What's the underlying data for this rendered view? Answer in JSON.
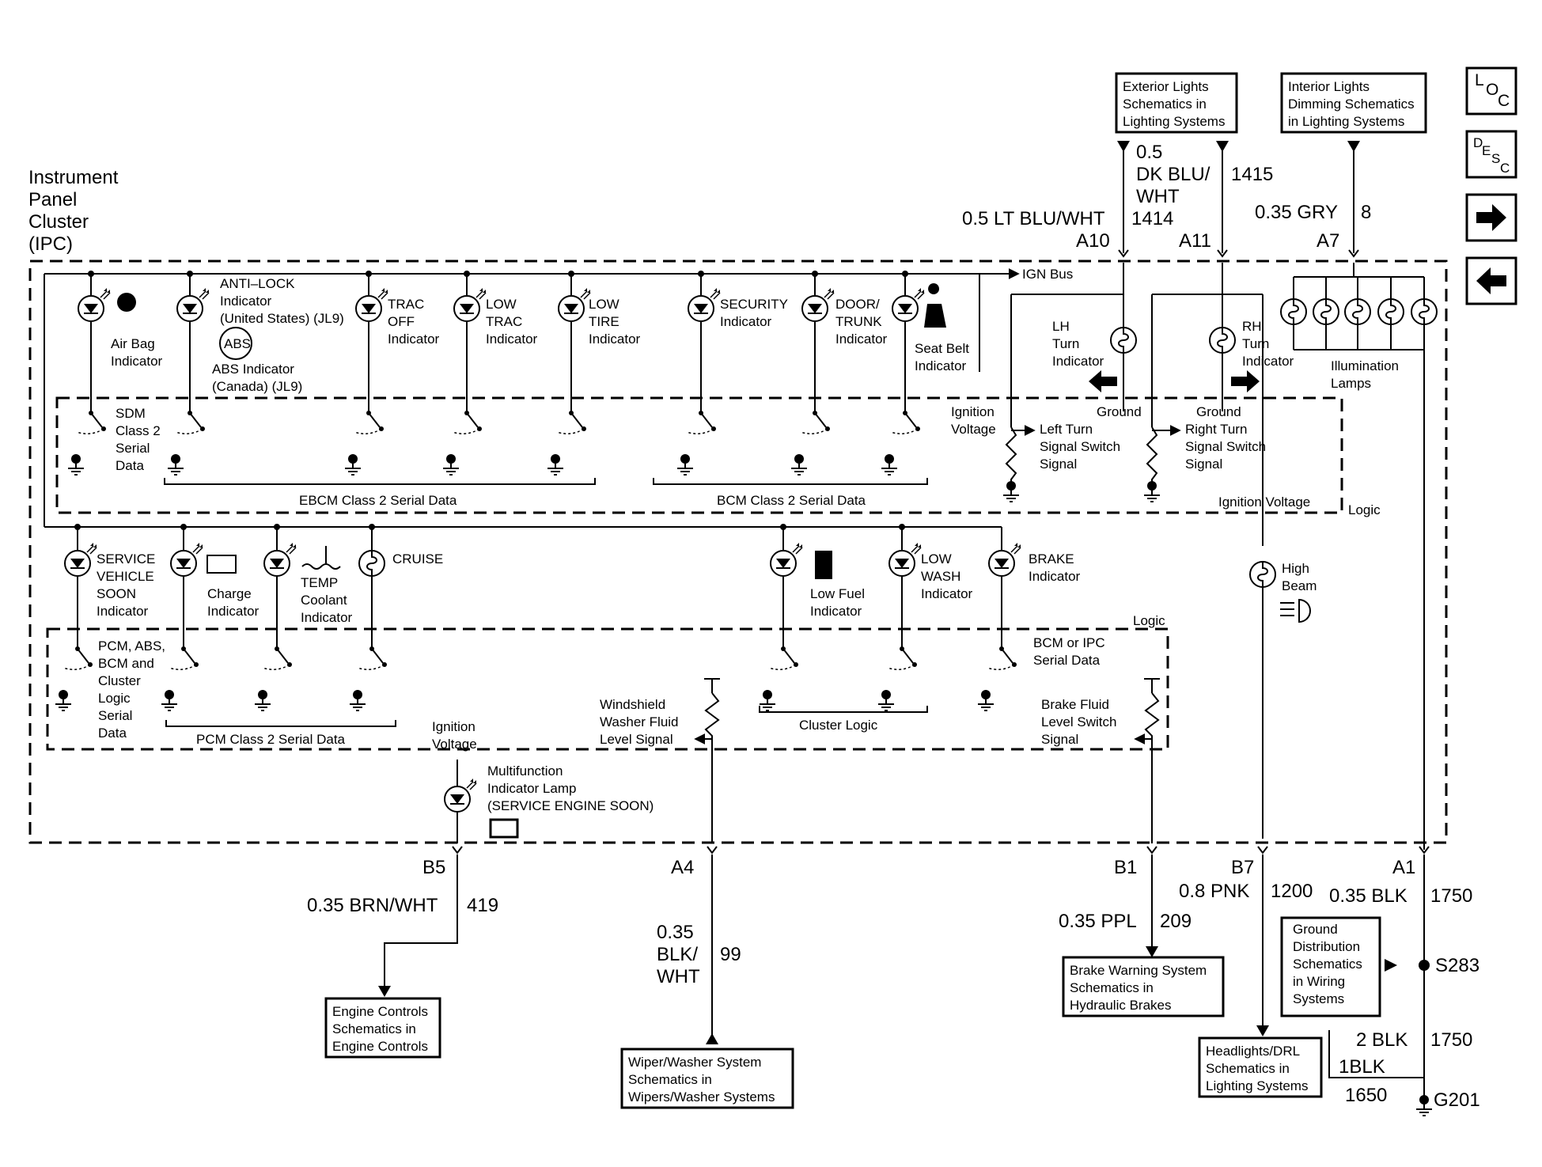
{
  "ipc": {
    "title_lines": [
      "Instrument",
      "Panel",
      "Cluster",
      "(IPC)"
    ]
  },
  "nav": {
    "loc_label": "LOC",
    "desc_label": "DESC",
    "next_icon": "arrow-right-icon",
    "prev_icon": "arrow-left-icon"
  },
  "ign_bus": "IGN Bus",
  "logic_labels": {
    "upper": "Logic",
    "lower": "Logic"
  },
  "top_refs": {
    "exterior": [
      "Exterior Lights",
      "Schematics in",
      "Lighting Systems"
    ],
    "interior": [
      "Interior Lights",
      "Dimming Schematics",
      "in Lighting Systems"
    ]
  },
  "top_wires": {
    "a10": {
      "pin": "A10",
      "size_color": "0.5 LT BLU/WHT",
      "circuit": "1414"
    },
    "a11": {
      "pin": "A11",
      "size_color": [
        "0.5",
        "DK BLU/",
        "WHT"
      ],
      "circuit": "1415"
    },
    "a7": {
      "pin": "A7",
      "size_color": "0.35 GRY",
      "circuit": "8"
    }
  },
  "upper_indicators": {
    "airbag": [
      "Air Bag",
      "Indicator"
    ],
    "antilock": [
      "ANTI–LOCK",
      "Indicator",
      "(United States) (JL9)"
    ],
    "abs_badge": "ABS",
    "abs_canada": [
      "ABS Indicator",
      "(Canada) (JL9)"
    ],
    "trac_off": [
      "TRAC",
      "OFF",
      "Indicator"
    ],
    "low_trac": [
      "LOW",
      "TRAC",
      "Indicator"
    ],
    "low_tire": [
      "LOW",
      "TIRE",
      "Indicator"
    ],
    "security": [
      "SECURITY",
      "Indicator"
    ],
    "door_trunk": [
      "DOOR/",
      "TRUNK",
      "Indicator"
    ],
    "seatbelt": [
      "Seat Belt",
      "Indicator"
    ],
    "lh_turn": [
      "LH",
      "Turn",
      "Indicator"
    ],
    "rh_turn": [
      "RH",
      "Turn",
      "Indicator"
    ],
    "illum": [
      "Illumination",
      "Lamps"
    ]
  },
  "upper_logic": {
    "sdm": [
      "SDM",
      "Class 2",
      "Serial",
      "Data"
    ],
    "ebcm": "EBCM Class 2 Serial Data",
    "bcm": "BCM Class 2 Serial Data",
    "ign_voltage": [
      "Ignition",
      "Voltage"
    ],
    "left_turn": [
      "Left Turn",
      "Signal Switch",
      "Signal"
    ],
    "right_turn": [
      "Right Turn",
      "Signal Switch",
      "Signal"
    ],
    "ground_l": "Ground",
    "ground_r": "Ground",
    "ign_voltage2": "Ignition Voltage"
  },
  "lower_indicators": {
    "service": [
      "SERVICE",
      "VEHICLE",
      "SOON",
      "Indicator"
    ],
    "charge": [
      "Charge",
      "Indicator"
    ],
    "temp": [
      "TEMP",
      "Coolant",
      "Indicator"
    ],
    "cruise": "CRUISE",
    "low_fuel": [
      "Low Fuel",
      "Indicator"
    ],
    "low_wash": [
      "LOW",
      "WASH",
      "Indicator"
    ],
    "brake": [
      "BRAKE",
      "Indicator"
    ],
    "high_beam": [
      "High",
      "Beam"
    ]
  },
  "lower_logic": {
    "pcm": [
      "PCM, ABS,",
      "BCM and",
      "Cluster",
      "Logic",
      "Serial",
      "Data"
    ],
    "pcm_bus": "PCM Class 2 Serial Data",
    "washer": [
      "Windshield",
      "Washer Fluid",
      "Level Signal"
    ],
    "cluster_logic": "Cluster Logic",
    "bcm_ipc": [
      "BCM or IPC",
      "Serial Data"
    ],
    "brake_fluid": [
      "Brake Fluid",
      "Level Switch",
      "Signal"
    ],
    "ign_voltage": [
      "Ignition",
      "Voltage"
    ],
    "mil": [
      "Multifunction",
      "Indicator Lamp",
      "(SERVICE ENGINE SOON)"
    ]
  },
  "bottom_wires": {
    "b5": {
      "pin": "B5",
      "size_color": "0.35 BRN/WHT",
      "circuit": "419"
    },
    "a4": {
      "pin": "A4",
      "size_color": [
        "0.35",
        "BLK/",
        "WHT"
      ],
      "circuit": "99"
    },
    "b1": {
      "pin": "B1",
      "size_color": "0.35 PPL",
      "circuit": "209"
    },
    "b7": {
      "pin": "B7",
      "size_color": "0.8 PNK",
      "circuit": "1200"
    },
    "a1": {
      "pin": "A1",
      "size_color": "0.35 BLK",
      "circuit": "1750"
    }
  },
  "ground_wiring": {
    "splice": "S283",
    "ground": "G201",
    "w2": {
      "size_color": "2 BLK",
      "circuit": "1750"
    },
    "w3": {
      "size_color": "1BLK",
      "circuit": "1650"
    }
  },
  "bottom_refs": {
    "engine": [
      "Engine Controls",
      "Schematics in",
      "Engine Controls"
    ],
    "wiper": [
      "Wiper/Washer System",
      "Schematics in",
      "Wipers/Washer Systems"
    ],
    "brake": [
      "Brake Warning System",
      "Schematics in",
      "Hydraulic Brakes"
    ],
    "headlights": [
      "Headlights/DRL",
      "Schematics in",
      "Lighting Systems"
    ],
    "ground_dist": [
      "Ground",
      "Distribution",
      "Schematics",
      "in Wiring",
      "Systems"
    ]
  }
}
